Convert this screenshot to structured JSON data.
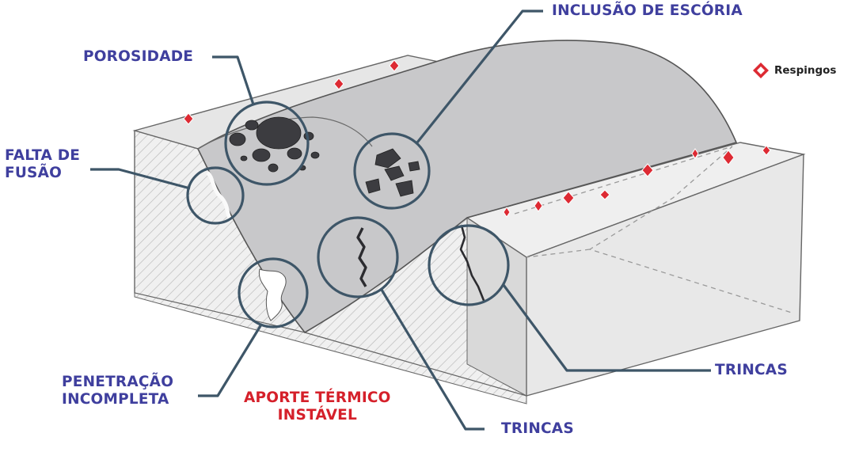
{
  "labels": {
    "porosidade": "POROSIDADE",
    "inclusao": "INCLUSÃO DE ESCÓRIA",
    "falta_line1": "FALTA DE",
    "falta_line2": "FUSÃO",
    "penetracao_line1": "PENETRAÇÃO",
    "penetracao_line2": "INCOMPLETA",
    "aporte_line1": "APORTE TÉRMICO",
    "aporte_line2": "INSTÁVEL",
    "trincas_bottom": "TRINCAS",
    "trincas_right": "TRINCAS"
  },
  "legend": {
    "label": "Respingos",
    "icon": "spatter-diamond-icon"
  },
  "colors": {
    "label_blue": "#3f3f9e",
    "warning_red": "#d5202a",
    "callout_line": "#3e5668",
    "metal_face": "#e7e7e7",
    "weld_bead": "#c9c9cb",
    "pore_dark": "#3c3c40"
  }
}
